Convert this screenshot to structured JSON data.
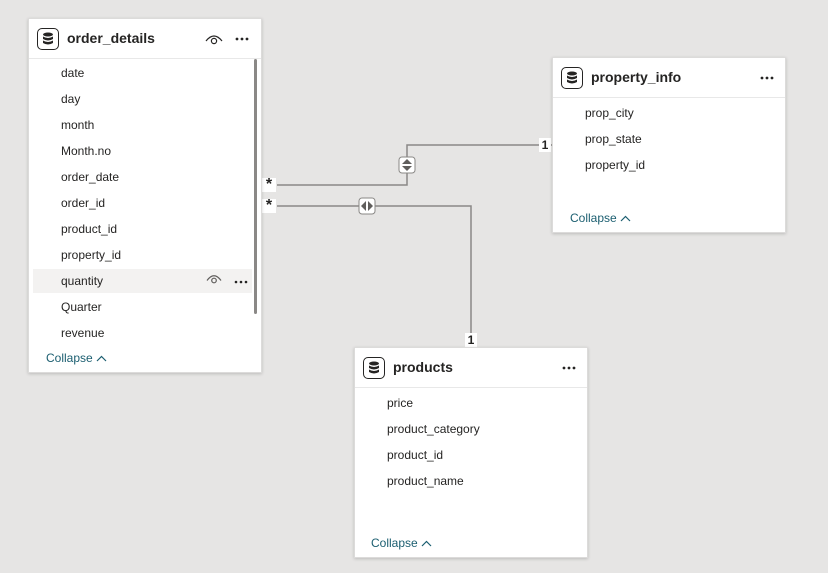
{
  "tables": {
    "order_details": {
      "title": "order_details",
      "fields": [
        "date",
        "day",
        "month",
        "Month.no",
        "order_date",
        "order_id",
        "product_id",
        "property_id",
        "quantity",
        "Quarter",
        "revenue"
      ],
      "collapse_label": "Collapse"
    },
    "property_info": {
      "title": "property_info",
      "fields": [
        "prop_city",
        "prop_state",
        "property_id"
      ],
      "collapse_label": "Collapse"
    },
    "products": {
      "title": "products",
      "fields": [
        "price",
        "product_category",
        "product_id",
        "product_name"
      ],
      "collapse_label": "Collapse"
    }
  },
  "relationships": {
    "order_property": {
      "from_cardinality": "*",
      "to_cardinality": "1",
      "filter_direction": "both"
    },
    "order_products": {
      "from_cardinality": "*",
      "to_cardinality": "1",
      "filter_direction": "both"
    }
  },
  "colors": {
    "canvas": "#e6e5e4",
    "card": "#ffffff",
    "collapse_link": "#1b5e70",
    "connector": "#8a8886"
  },
  "icons": {
    "table": "table-icon",
    "visibility": "eye-icon",
    "more": "more-options-icon",
    "collapse": "chevron-up-icon"
  }
}
